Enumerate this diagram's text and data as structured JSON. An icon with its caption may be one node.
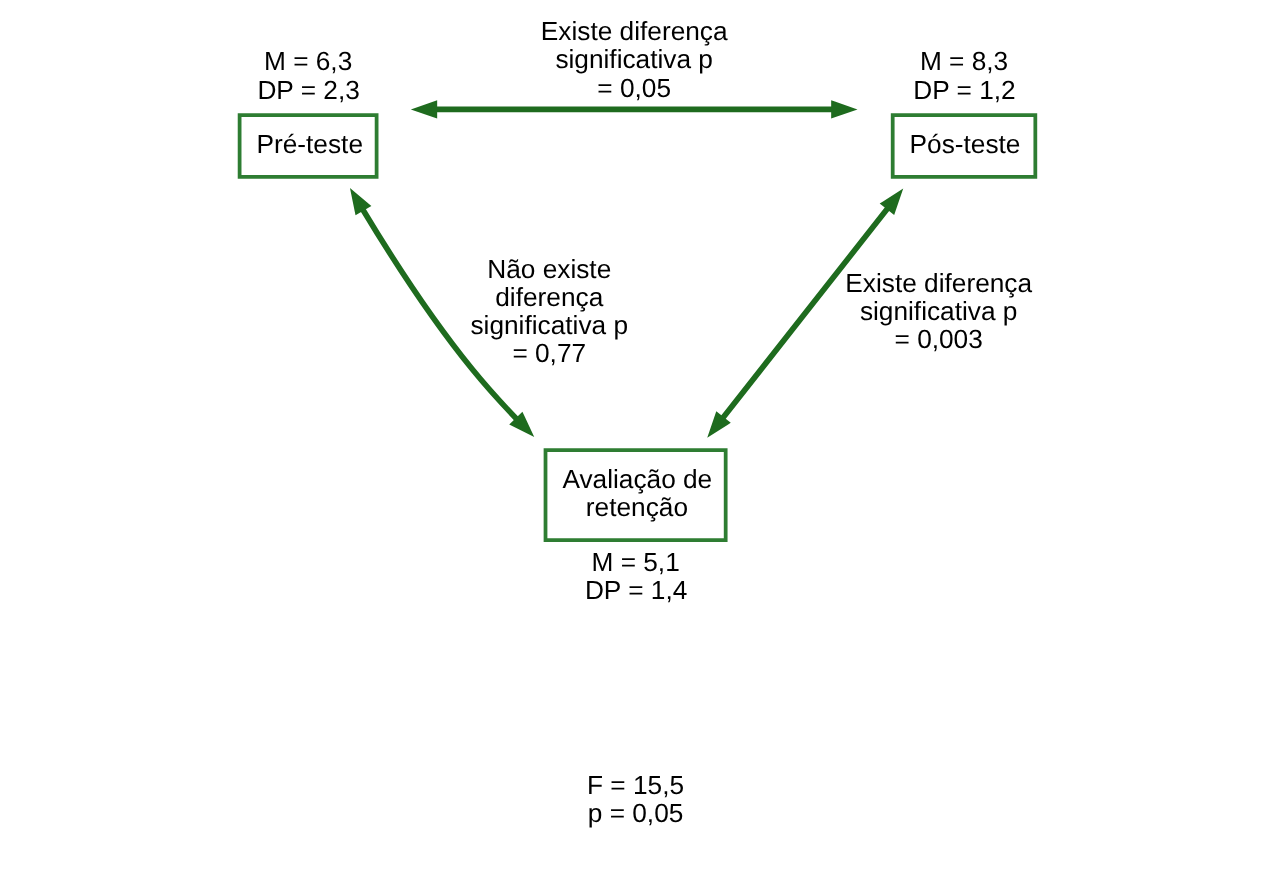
{
  "diagram": {
    "nodes": [
      {
        "text": [
          "Pré-teste"
        ],
        "beside": [
          "M = 6,3 DP = 2,3"
        ]
      },
      {
        "text": [
          "Pós-teste"
        ],
        "beside": [
          "M = 8,3 DP = 1,2"
        ]
      },
      {
        "text": [
          "Avaliação de retenção"
        ],
        "beside": [
          "M = 5,1 DP = 1,4"
        ]
      }
    ],
    "edges": [
      {
        "from": 0,
        "to": 1,
        "arrow": "both",
        "label": "Existe diferença significativa p = 0,05"
      },
      {
        "from": 0,
        "to": 2,
        "arrow": "both",
        "label": "Não existe diferença significativa p = 0,77"
      },
      {
        "from": 1,
        "to": 2,
        "arrow": "both",
        "label": "Existe diferença significativa p = 0,003"
      }
    ],
    "labels": [
      "F = 15,5 p = 0,05"
    ]
  }
}
